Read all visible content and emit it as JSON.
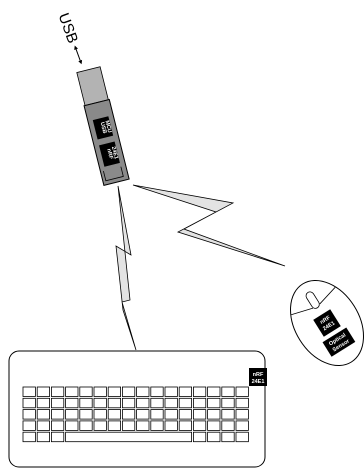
{
  "usb_label": "USB",
  "dongle": {
    "chip1": [
      "USB",
      "MCU"
    ],
    "chip2": [
      "nRF",
      "24E1"
    ]
  },
  "mouse": {
    "chip": [
      "nRF",
      "24E1"
    ],
    "sensor": [
      "Optical",
      "Sensor"
    ]
  },
  "keyboard": {
    "chip": [
      "nRF",
      "24E1"
    ],
    "key_rows": 5,
    "keys_per_row": 16
  }
}
